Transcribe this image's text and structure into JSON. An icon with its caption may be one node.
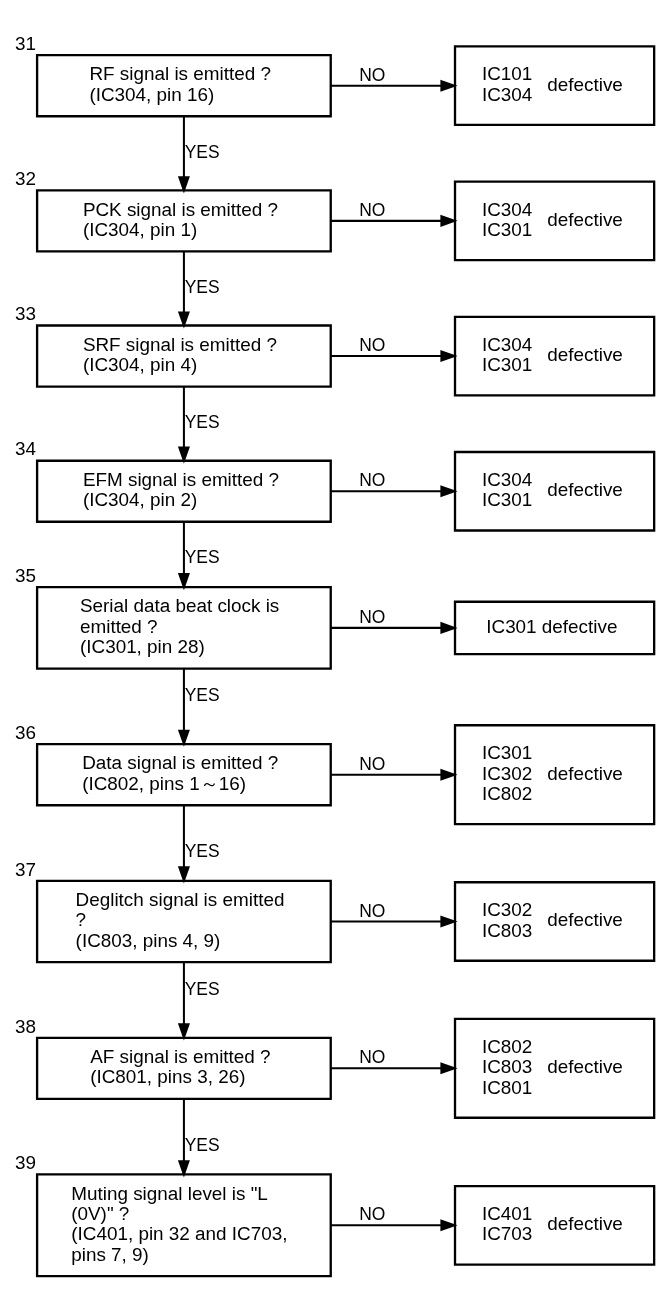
{
  "diagram": {
    "nodes": [
      {
        "text": [
          "RF signal is emitted ?",
          "(IC304, pin 16)"
        ],
        "beside": [
          "31"
        ]
      },
      {
        "text": [
          "IC101 IC304",
          "defective"
        ]
      },
      {
        "text": [
          "PCK signal is emitted ?",
          "(IC304, pin 1)"
        ],
        "beside": [
          "32"
        ]
      },
      {
        "text": [
          "IC304 IC301",
          "defective"
        ]
      },
      {
        "text": [
          "SRF signal is emitted ?",
          "(IC304, pin 4)"
        ],
        "beside": [
          "33"
        ]
      },
      {
        "text": [
          "IC304 IC301",
          "defective"
        ]
      },
      {
        "text": [
          "EFM signal is emitted ?",
          "(IC304, pin 2)"
        ],
        "beside": [
          "34"
        ]
      },
      {
        "text": [
          "IC304 IC301",
          "defective"
        ]
      },
      {
        "text": [
          "Serial data beat clock is emitted ?",
          "(IC301, pin 28)"
        ],
        "beside": [
          "35"
        ]
      },
      {
        "text": [
          "IC301 defective"
        ]
      },
      {
        "text": [
          "Data signal is emitted ?",
          "(IC802, pins 1～16)"
        ],
        "beside": [
          "36"
        ]
      },
      {
        "text": [
          "IC301 IC302 IC802",
          "defective"
        ]
      },
      {
        "text": [
          "Deglitch signal is emitted ?",
          "(IC803, pins 4, 9)"
        ],
        "beside": [
          "37"
        ]
      },
      {
        "text": [
          "IC302 IC803",
          "defective"
        ]
      },
      {
        "text": [
          "AF signal is emitted ?",
          "(IC801, pins 3, 26)"
        ],
        "beside": [
          "38"
        ]
      },
      {
        "text": [
          "IC802 IC803 IC801",
          "defective"
        ]
      },
      {
        "text": [
          "Muting signal level is \"L (0V)\" ?",
          "(IC401, pin 32 and IC703, pins 7, 9)"
        ],
        "beside": [
          "39"
        ]
      },
      {
        "text": [
          "IC401 IC703",
          "defective"
        ]
      }
    ],
    "edges": [
      {
        "from": 0,
        "to": 1,
        "arrow": "to",
        "label": "NO"
      },
      {
        "from": 0,
        "to": 2,
        "arrow": "to",
        "label": "YES"
      },
      {
        "from": 2,
        "to": 3,
        "arrow": "to",
        "label": "NO"
      },
      {
        "from": 2,
        "to": 4,
        "arrow": "to",
        "label": "YES"
      },
      {
        "from": 4,
        "to": 5,
        "arrow": "to",
        "label": "NO"
      },
      {
        "from": 4,
        "to": 6,
        "arrow": "to",
        "label": "YES"
      },
      {
        "from": 6,
        "to": 7,
        "arrow": "to",
        "label": "NO"
      },
      {
        "from": 6,
        "to": 8,
        "arrow": "to",
        "label": "YES"
      },
      {
        "from": 8,
        "to": 9,
        "arrow": "to",
        "label": "NO"
      },
      {
        "from": 8,
        "to": 10,
        "arrow": "to",
        "label": "YES"
      },
      {
        "from": 10,
        "to": 11,
        "arrow": "to",
        "label": "NO"
      },
      {
        "from": 10,
        "to": 12,
        "arrow": "to",
        "label": "YES"
      },
      {
        "from": 12,
        "to": 13,
        "arrow": "to",
        "label": "NO"
      },
      {
        "from": 12,
        "to": 14,
        "arrow": "to",
        "label": "YES"
      },
      {
        "from": 14,
        "to": 15,
        "arrow": "to",
        "label": "NO"
      },
      {
        "from": 14,
        "to": 16,
        "arrow": "to",
        "label": "YES"
      },
      {
        "from": 16,
        "to": 17,
        "arrow": "to",
        "label": "NO"
      }
    ]
  }
}
